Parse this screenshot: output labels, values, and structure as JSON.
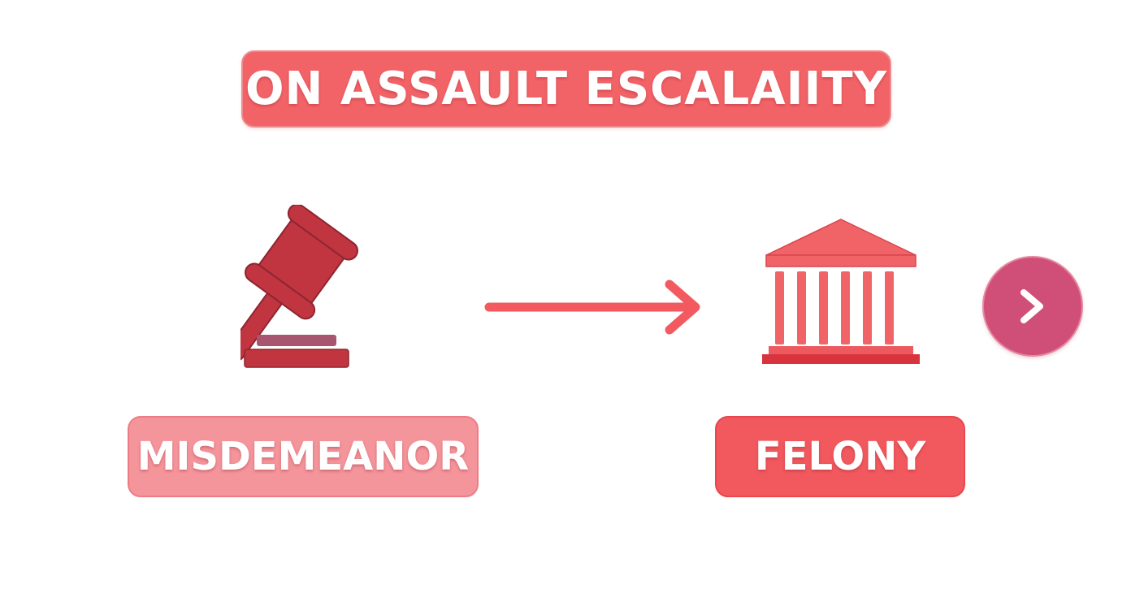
{
  "title": "ON ASSAULT ESCALAIITY",
  "nodes": [
    {
      "id": "misdemeanor",
      "label": "MISDEMEANOR",
      "icon": "gavel-icon"
    },
    {
      "id": "felony",
      "label": "FELONY",
      "icon": "courthouse-icon"
    }
  ],
  "edges": [
    {
      "from": "misdemeanor",
      "to": "felony",
      "icon": "right-arrow-icon"
    }
  ],
  "next_button": {
    "icon": "chevron-right-icon"
  },
  "colors": {
    "banner": "#f26367",
    "misdemeanor_label": "#f4949b",
    "felony_label": "#f1595e",
    "gavel": "#c0353f",
    "courthouse": "#f06468",
    "arrow": "#f25a5f",
    "next_button": "#d04f78"
  }
}
